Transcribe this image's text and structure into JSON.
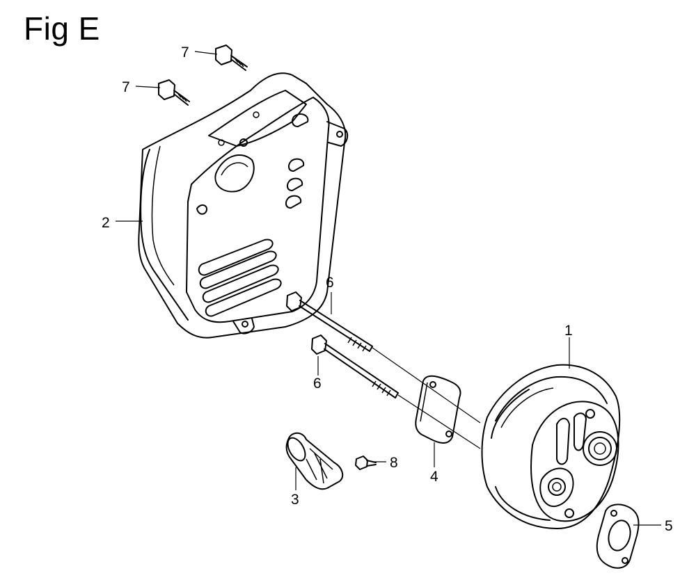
{
  "title": "Fig E",
  "callouts": {
    "c1": "1",
    "c2": "2",
    "c3": "3",
    "c4": "4",
    "c5": "5",
    "c6a": "6",
    "c6b": "6",
    "c7a": "7",
    "c7b": "7",
    "c8": "8"
  }
}
